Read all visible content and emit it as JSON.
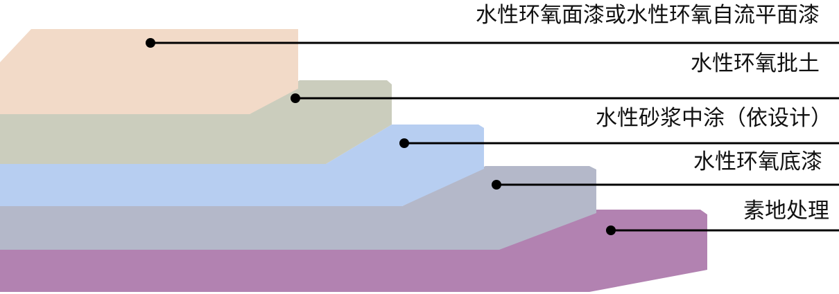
{
  "colors": {
    "layer_top": "#f2dac8",
    "layer_putty": "#cbcdbd",
    "layer_mortar": "#b7cef1",
    "layer_primer": "#b4b8c9",
    "layer_base": "#b282b1",
    "leader": "#000000",
    "text": "#111111"
  },
  "layers": [
    {
      "id": "base",
      "label": "素地处理"
    },
    {
      "id": "primer",
      "label": "水性环氧底漆"
    },
    {
      "id": "mortar",
      "label": "水性砂浆中涂（依设计）"
    },
    {
      "id": "putty",
      "label": "水性环氧批土"
    },
    {
      "id": "top",
      "label": "水性环氧面漆或水性环氧自流平面漆"
    }
  ]
}
